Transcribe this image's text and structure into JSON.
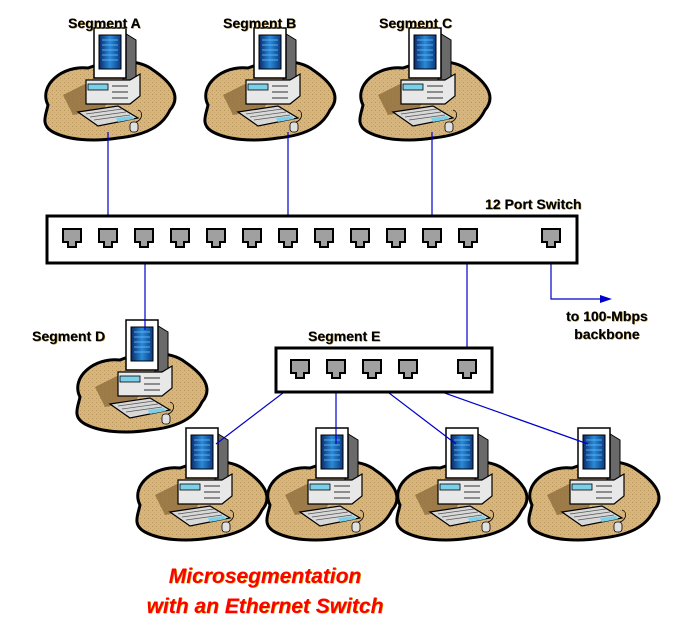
{
  "title": {
    "line1": "Microsegmentation",
    "line2": "with an Ethernet Switch",
    "color": "#ff0000"
  },
  "main_switch": {
    "label": "12 Port Switch",
    "port_count": 12,
    "uplink_port": true,
    "connected_ports": [
      2,
      3,
      7,
      11,
      12,
      "uplink"
    ]
  },
  "segment_e_switch": {
    "label": "Segment E",
    "port_count": 4,
    "uplink_port": true
  },
  "segments": [
    {
      "id": "A",
      "label": "Segment A"
    },
    {
      "id": "B",
      "label": "Segment B"
    },
    {
      "id": "C",
      "label": "Segment C"
    },
    {
      "id": "D",
      "label": "Segment D"
    }
  ],
  "segment_e_hosts": 4,
  "backbone": {
    "line1": "to 100-Mbps",
    "line2": "backbone"
  },
  "colors": {
    "link": "#0000cc",
    "port_fill": "#a0a0a0",
    "desk": "#d4b47c",
    "screen": "#1e6fb8"
  }
}
